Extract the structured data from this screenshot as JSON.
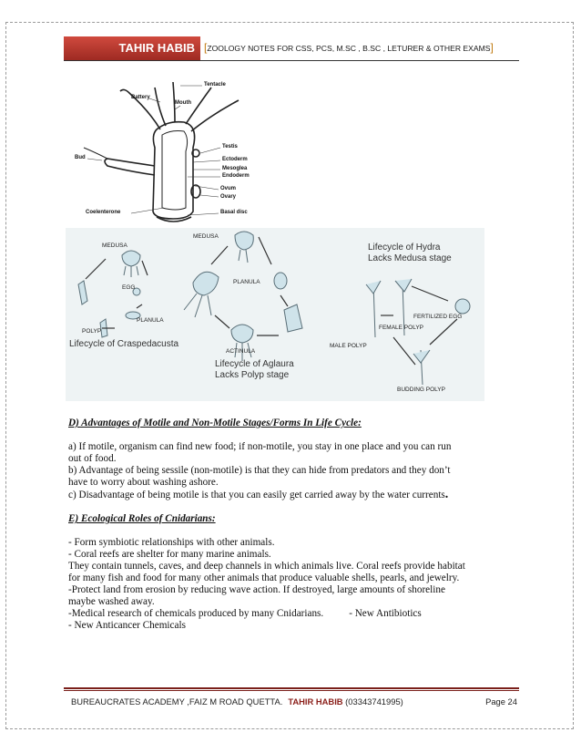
{
  "header": {
    "author": "TAHIR HABIB",
    "subtitle": "ZOOLOGY NOTES FOR CSS, PCS, M.SC , B.SC , LETURER & OTHER EXAMS"
  },
  "figure": {
    "hydra_labels": [
      "Tentacle",
      "Battery",
      "Mouth",
      "Testis",
      "Bud",
      "Ectoderm",
      "Mesoglea",
      "Endoderm",
      "Ovum",
      "Ovary",
      "Coelenterone",
      "Basal disc"
    ],
    "craspedacusta": {
      "caption": "Lifecycle of Craspedacusta",
      "stages": [
        "MEDUSA",
        "EGG",
        "PLANULA",
        "POLYP"
      ]
    },
    "aglaura": {
      "caption_line1": "Lifecycle of Aglaura",
      "caption_line2": "Lacks Polyp stage",
      "stages": [
        "MEDUSA",
        "PLANULA",
        "ACTINULA"
      ]
    },
    "hydra_cycle": {
      "caption_line1": "Lifecycle of Hydra",
      "caption_line2": "Lacks Medusa stage",
      "stages": [
        "FERTILIZED EGG",
        "FEMALE POLYP",
        "MALE POLYP",
        "BUDDING POLYP"
      ]
    }
  },
  "section_d": {
    "heading": "D) Advantages of Motile and Non-Motile Stages/Forms In Life Cycle:",
    "line_a1": "a) If motile, organism can find new food; if non-motile, you stay in one place and you can run",
    "line_a2": "out of food.",
    "line_b1": "b) Advantage of being sessile (non-motile) is that they can hide from predators and they don’t",
    "line_b2": "have to worry about washing ashore.",
    "line_c": "c)  Disadvantage of being motile is that you can easily get carried away by the water currents",
    "line_c_end": "."
  },
  "section_e": {
    "heading": "E) Ecological Roles of Cnidarians:",
    "line1": "- Form symbiotic relationships with other animals.",
    "line2": "- Coral reefs are shelter for many marine animals.",
    "line3": "They contain tunnels, caves, and deep channels in which animals live. Coral reefs provide habitat",
    "line4": "for many fish and food for many other animals that produce valuable shells, pearls, and jewelry.",
    "line5": "-Protect land from erosion by reducing wave action.  If destroyed, large amounts of shoreline",
    "line6": "maybe washed away.",
    "line7a": "-Medical research of chemicals produced by many Cnidarians.",
    "line7b": "- New Antibiotics",
    "line8": "- New Anticancer Chemicals"
  },
  "footer": {
    "academy": "BUREAUCRATES ACADEMY ,FAIZ M ROAD QUETTA.",
    "author": "TAHIR HABIB",
    "phone": " (03343741995)",
    "page": "Page 24"
  }
}
